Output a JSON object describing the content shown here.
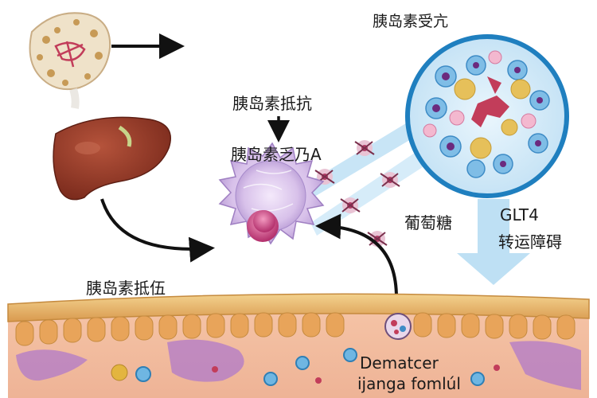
{
  "labels": {
    "top_right": "胰岛素受亢",
    "mid_1": "胰岛素抵抗",
    "mid_2": "胰岛素乏乃A",
    "left": "胰岛素抵伍",
    "glucose": "葡萄糖",
    "glut_line1": "GLT4",
    "glut_line2": "转运障碍",
    "bottom_line1": "Dematcer",
    "bottom_line2": "ijanga fomlúl"
  },
  "colors": {
    "liver": "#8e3626",
    "cell_body": "#d9c3ea",
    "nucleus": "#c23d78",
    "skin_band": "#e2b268",
    "skin_deep": "#f1bf9d",
    "blue_arrow": "#b7ddf3",
    "zoom_border": "#1f7fbf"
  },
  "icons": [
    "pancreas-icon",
    "liver-icon",
    "immune-cell-icon",
    "insulin-molecule-icon",
    "zoom-circle-icon",
    "skin-tissue-icon"
  ]
}
